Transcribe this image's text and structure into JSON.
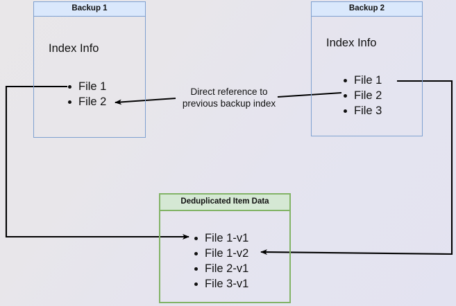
{
  "diagram": {
    "title_text": "Direct reference to previous backup index",
    "background_colors": {
      "top_left": "#e9e7e9",
      "bottom_right": "#e3e3f1"
    },
    "colors": {
      "blue_border": "#7ea0d0",
      "blue_header_fill": "#dae8fc",
      "green_border": "#82b366",
      "green_header_fill": "#d5e8d4",
      "connector": "#000000"
    },
    "backup1": {
      "header": "Backup 1",
      "section_label": "Index Info",
      "items": [
        {
          "label": "File 1"
        },
        {
          "label": "File 2"
        }
      ]
    },
    "backup2": {
      "header": "Backup 2",
      "section_label": "Index Info",
      "items": [
        {
          "label": "File 1"
        },
        {
          "label": "File 2"
        },
        {
          "label": "File 3"
        }
      ]
    },
    "dedup": {
      "header": "Deduplicated Item Data",
      "items": [
        {
          "label": "File 1-v1"
        },
        {
          "label": "File 1-v2"
        },
        {
          "label": "File 2-v1"
        },
        {
          "label": "File 3-v1"
        }
      ]
    },
    "annotation": {
      "line1": "Direct reference to",
      "line2": "previous backup index"
    }
  }
}
